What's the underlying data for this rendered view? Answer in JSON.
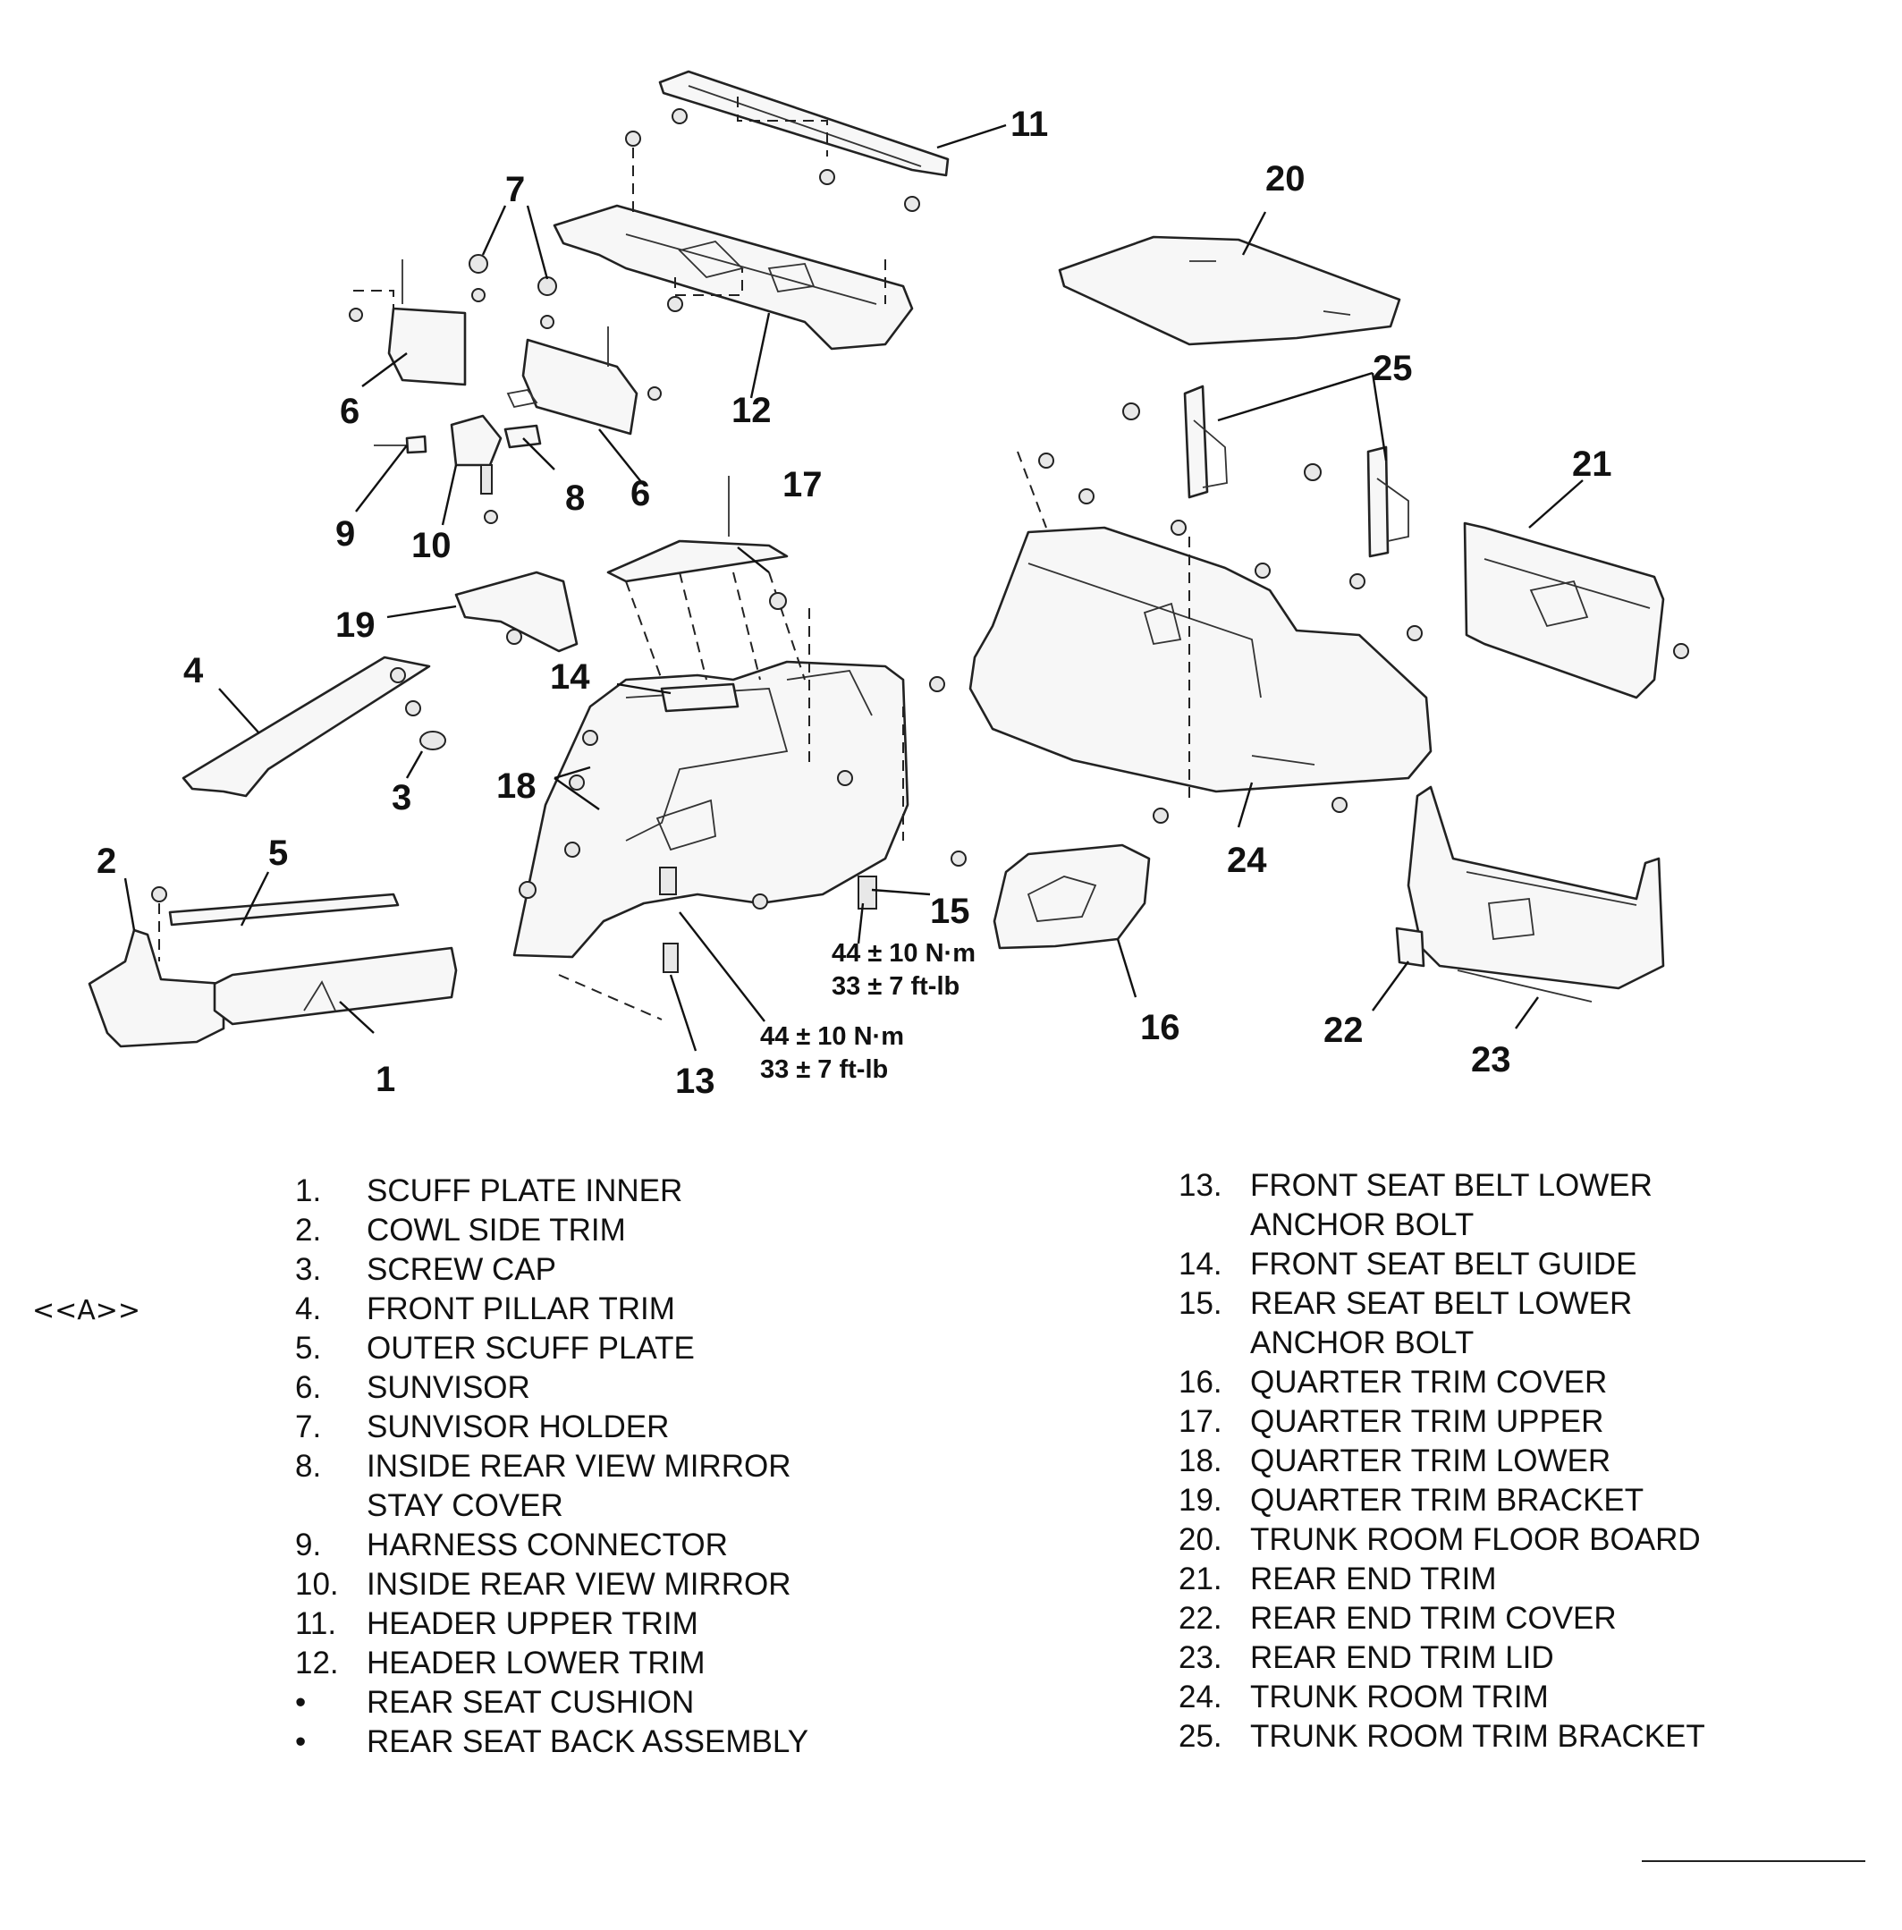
{
  "callouts": [
    "1",
    "2",
    "3",
    "4",
    "5",
    "6",
    "6",
    "7",
    "8",
    "9",
    "10",
    "11",
    "12",
    "13",
    "14",
    "15",
    "16",
    "17",
    "18",
    "19",
    "20",
    "21",
    "22",
    "23",
    "24",
    "25"
  ],
  "torque_specs": [
    {
      "nm": "44 ± 10 N·m",
      "ftlb": "33 ± 7 ft-lb"
    },
    {
      "nm": "44 ± 10 N·m",
      "ftlb": "33 ± 7 ft-lb"
    }
  ],
  "side_note": "<<A>>",
  "legend_left": [
    {
      "num": "1.",
      "label": "SCUFF PLATE INNER"
    },
    {
      "num": "2.",
      "label": "COWL SIDE TRIM"
    },
    {
      "num": "3.",
      "label": "SCREW CAP"
    },
    {
      "num": "4.",
      "label": "FRONT PILLAR TRIM"
    },
    {
      "num": "5.",
      "label": "OUTER SCUFF PLATE"
    },
    {
      "num": "6.",
      "label": "SUNVISOR"
    },
    {
      "num": "7.",
      "label": "SUNVISOR HOLDER"
    },
    {
      "num": "8.",
      "label": "INSIDE REAR VIEW MIRROR",
      "cont": "STAY COVER"
    },
    {
      "num": "9.",
      "label": "HARNESS CONNECTOR"
    },
    {
      "num": "10.",
      "label": "INSIDE REAR VIEW MIRROR"
    },
    {
      "num": "11.",
      "label": "HEADER UPPER TRIM"
    },
    {
      "num": "12.",
      "label": "HEADER LOWER TRIM"
    },
    {
      "num": "•",
      "label": "REAR SEAT CUSHION"
    },
    {
      "num": "•",
      "label": "REAR SEAT BACK ASSEMBLY"
    }
  ],
  "legend_right": [
    {
      "num": "13.",
      "label": "FRONT SEAT BELT LOWER",
      "cont": "ANCHOR BOLT"
    },
    {
      "num": "14.",
      "label": "FRONT SEAT BELT GUIDE"
    },
    {
      "num": "15.",
      "label": "REAR SEAT BELT LOWER",
      "cont": "ANCHOR BOLT"
    },
    {
      "num": "16.",
      "label": "QUARTER TRIM COVER"
    },
    {
      "num": "17.",
      "label": "QUARTER TRIM UPPER"
    },
    {
      "num": "18.",
      "label": "QUARTER TRIM LOWER"
    },
    {
      "num": "19.",
      "label": "QUARTER TRIM BRACKET"
    },
    {
      "num": "20.",
      "label": "TRUNK ROOM FLOOR BOARD"
    },
    {
      "num": "21.",
      "label": "REAR END TRIM"
    },
    {
      "num": "22.",
      "label": "REAR END TRIM COVER"
    },
    {
      "num": "23.",
      "label": "REAR END TRIM LID"
    },
    {
      "num": "24.",
      "label": "TRUNK ROOM TRIM"
    },
    {
      "num": "25.",
      "label": "TRUNK ROOM TRIM BRACKET"
    }
  ]
}
